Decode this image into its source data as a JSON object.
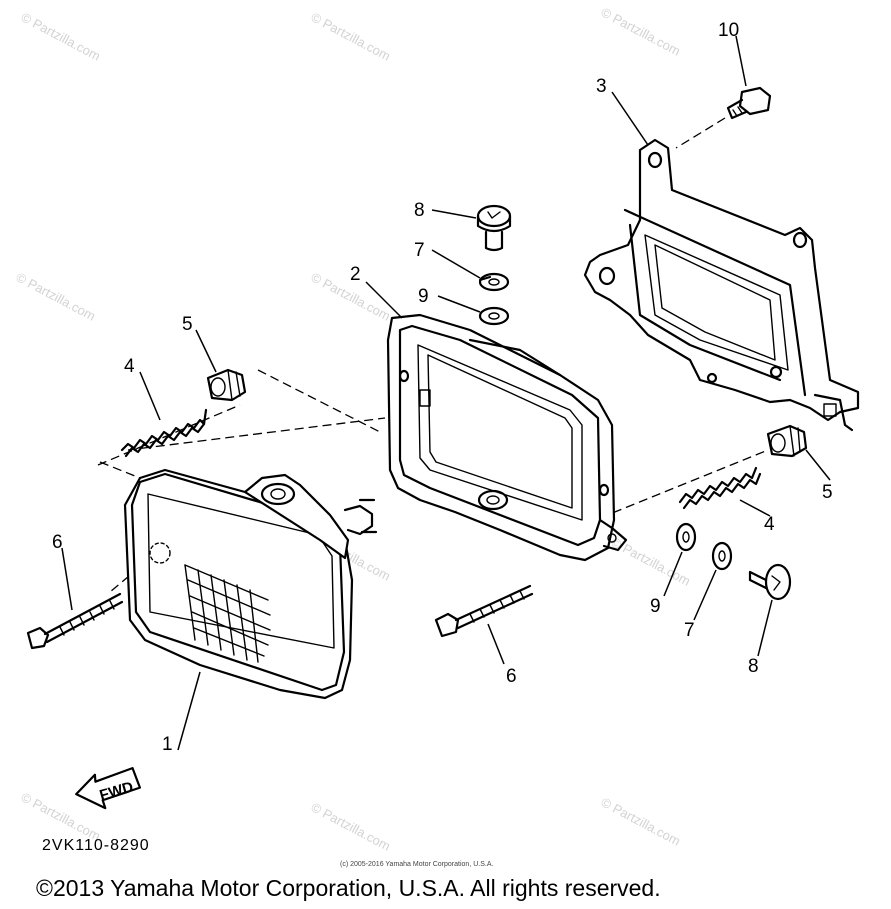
{
  "diagram": {
    "callouts": {
      "c1": "1",
      "c2": "2",
      "c3": "3",
      "c4a": "4",
      "c4b": "4",
      "c5a": "5",
      "c5b": "5",
      "c6a": "6",
      "c6b": "6",
      "c7a": "7",
      "c7b": "7",
      "c8a": "8",
      "c8b": "8",
      "c9a": "9",
      "c9b": "9",
      "c10": "10"
    },
    "direction_label": "FWD",
    "part_number": "2VK110-8290",
    "small_copyright": "(c) 2005-2016 Yamaha Motor Corporation, U.S.A.",
    "copyright": "©2013 Yamaha Motor Corporation, U.S.A. All rights reserved.",
    "watermark": "© Partzilla.com"
  },
  "colors": {
    "ink": "#000000",
    "watermark": "#d3d3d3",
    "background": "#ffffff"
  }
}
